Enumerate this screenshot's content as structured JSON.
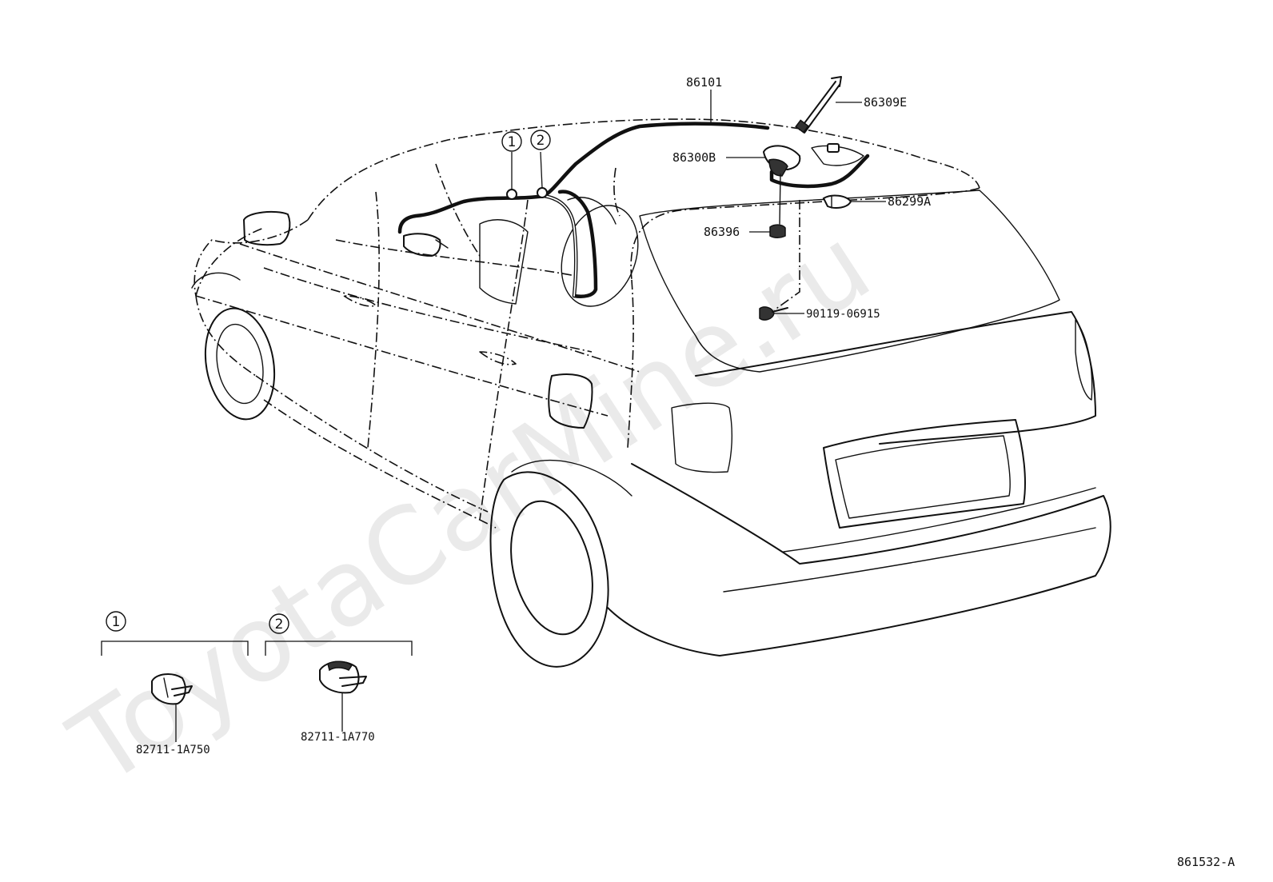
{
  "watermark": "ToyotaCarMine.ru",
  "callouts": {
    "harness": "86101",
    "rod": "86309E",
    "base": "86300B",
    "clamp": "86299A",
    "grommet": "86396",
    "screw": "90119-06915"
  },
  "markers": {
    "one": "1",
    "two": "2"
  },
  "insets": {
    "one": {
      "marker": "1",
      "part": "82711-1A750"
    },
    "two": {
      "marker": "2",
      "part": "82711-1A770"
    }
  },
  "diagram_code": "861532-A"
}
